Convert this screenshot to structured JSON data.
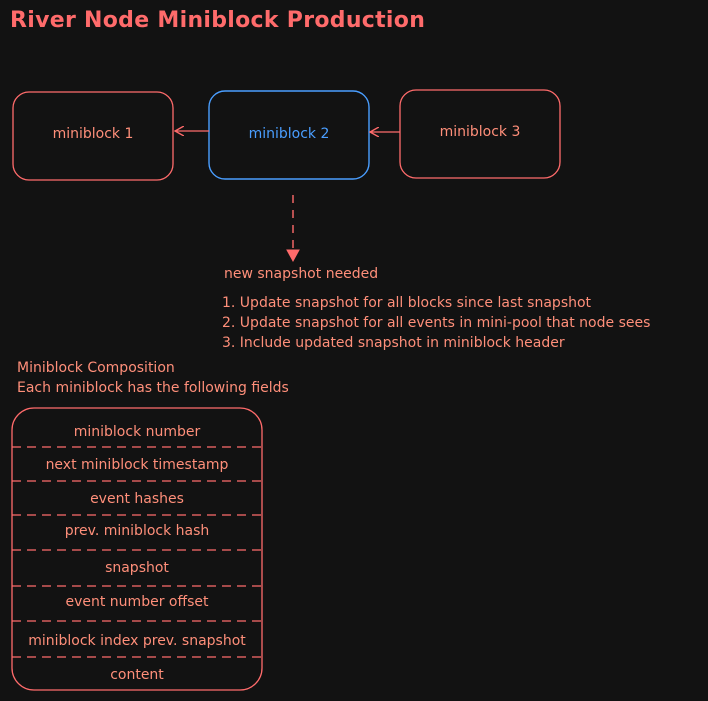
{
  "title": "River Node Miniblock Production",
  "nodes": [
    {
      "label": "miniblock 1"
    },
    {
      "label": "miniblock 2"
    },
    {
      "label": "miniblock 3"
    }
  ],
  "snapshot": {
    "label": "new snapshot needed",
    "steps": [
      "1. Update snapshot for all blocks since last snapshot",
      "2. Update snapshot for all events in mini-pool that node sees",
      "3. Include updated snapshot in miniblock header"
    ]
  },
  "composition": {
    "heading": "Miniblock Composition",
    "subheading": "Each miniblock has the following fields",
    "fields": [
      "miniblock number",
      "next miniblock timestamp",
      "event hashes",
      "prev. miniblock hash",
      "snapshot",
      "event number offset",
      "miniblock index prev. snapshot",
      "content"
    ]
  },
  "colors": {
    "background": "#121212",
    "primary": "#ff6b6b",
    "text": "#ff8f7a",
    "highlight": "#4a9eff"
  }
}
